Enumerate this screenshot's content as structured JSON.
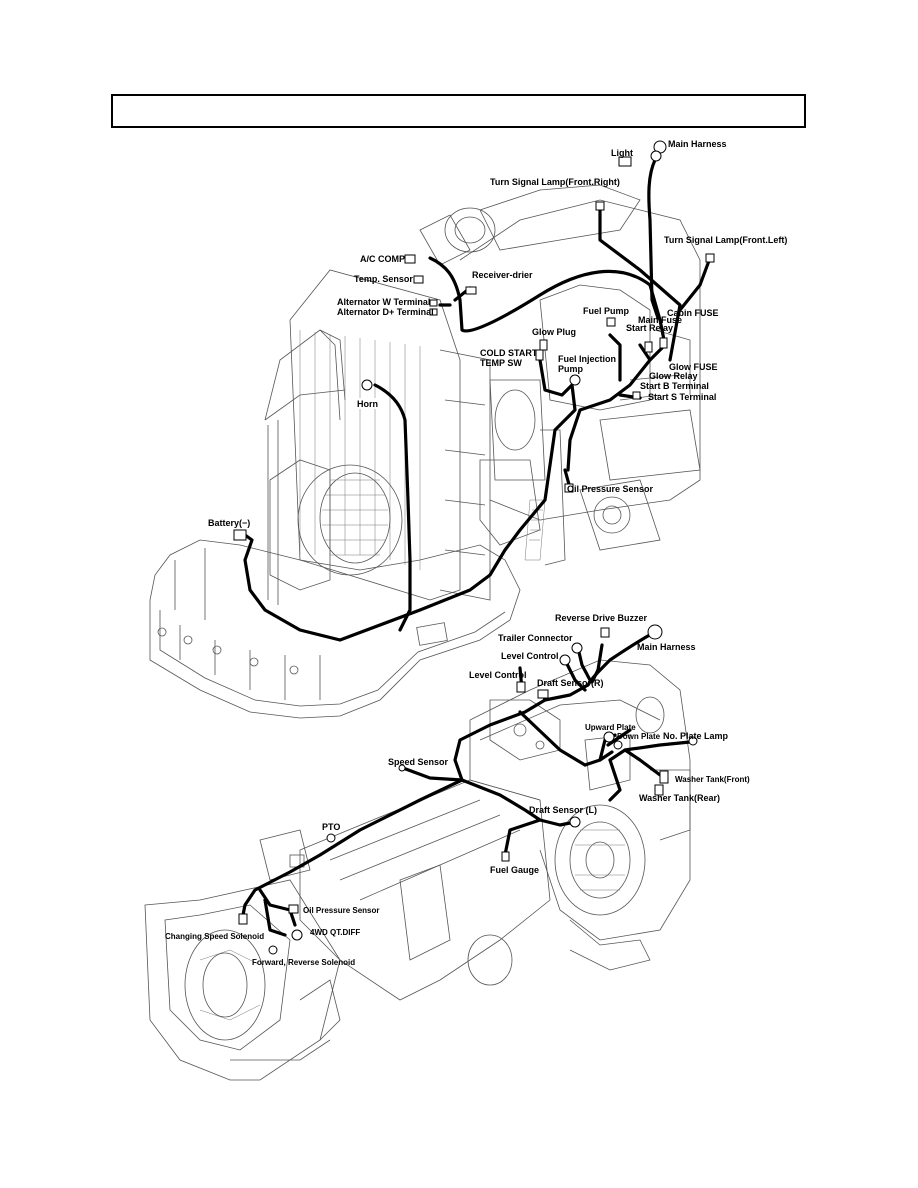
{
  "page": {
    "title_box_text": ""
  },
  "upper_assembly": {
    "labels": {
      "light": "Light",
      "main_harness": "Main Harness",
      "turn_signal_front_right": "Turn Signal Lamp(Front.Right)",
      "turn_signal_front_left": "Turn Signal Lamp(Front.Left)",
      "ac_comp": "A/C COMP",
      "temp_sensor": "Temp. Sensor",
      "receiver_drier": "Receiver-drier",
      "alternator_w": "Alternator W Terminal",
      "alternator_d": "Alternator D+ Terminal",
      "fuel_pump": "Fuel Pump",
      "cabin_fuse": "Cabin FUSE",
      "main_fuse": "Main Fuse",
      "start_relay": "Start Relay",
      "glow_plug": "Glow Plug",
      "cold_start_1": "COLD START",
      "cold_start_2": "TEMP SW",
      "fuel_injection_1": "Fuel Injection",
      "fuel_injection_2": "Pump",
      "glow_fuse": "Glow FUSE",
      "glow_relay": "Glow Relay",
      "start_b": "Start  B Terminal",
      "start_s": "Start S Terminal",
      "horn": "Horn",
      "oil_pressure_sensor": "Oil Pressure Sensor",
      "battery_neg": "Battery(−)"
    }
  },
  "lower_assembly": {
    "labels": {
      "reverse_drive_buzzer": "Reverse Drive Buzzer",
      "trailer_connector": "Trailer Connector",
      "main_harness": "Main Harness",
      "level_control_upper": "Level Control",
      "level_control_lower": "Level Control",
      "draft_sensor_r": "Draft Sensor(R)",
      "upward_plate": "Upward Plate",
      "down_plate": "Down Plate",
      "no_plate_lamp": "No. Plate Lamp",
      "washer_tank_front": "Washer Tank(Front)",
      "speed_sensor": "Speed Sensor",
      "washer_tank_rear": "Washer Tank(Rear)",
      "draft_sensor_l": "Draft Sensor (L)",
      "pto": "PTO",
      "fuel_gauge": "Fuel Gauge",
      "oil_pressure_sensor": "Oil Pressure Sensor",
      "changing_speed_solenoid": "Changing Speed Solenoid",
      "four_wd": "4WD QT.DIFF",
      "forward_reverse_solenoid": "Forward, Reverse Solenoid"
    }
  }
}
